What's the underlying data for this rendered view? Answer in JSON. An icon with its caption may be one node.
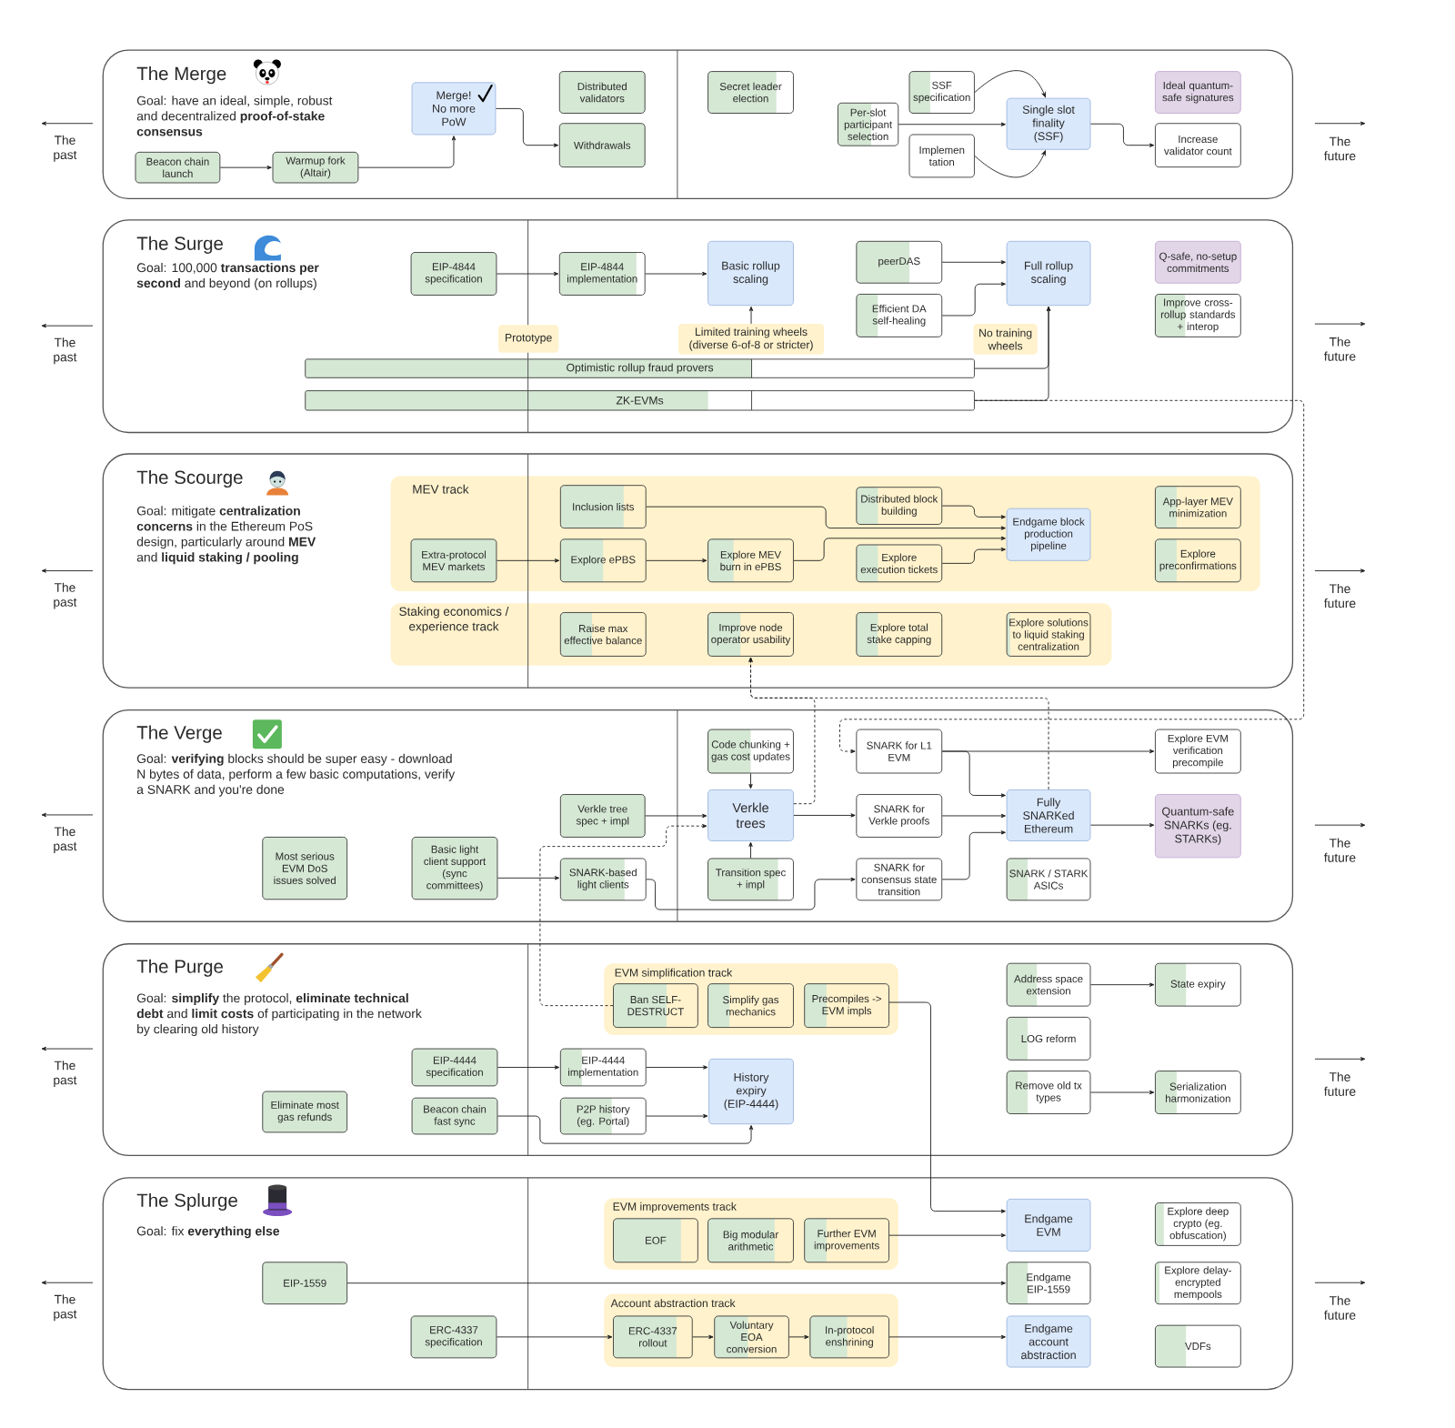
{
  "diagram": {
    "nodes": [
      {
        "text": [
          "The Merge",
          "Goal: have an ideal, simple, robust and decentralized **proof-of-stake consensus**"
        ]
      },
      {
        "text": [
          "Beacon chain launch"
        ],
        "in": 0
      },
      {
        "text": [
          "Warmup fork (Altair)"
        ],
        "in": 0
      },
      {
        "text": [
          "Merge! No more PoW"
        ],
        "in": 0
      },
      {
        "text": [
          "Distributed validators"
        ],
        "in": 0
      },
      {
        "text": [
          "Withdrawals"
        ],
        "in": 0
      },
      {
        "text": [
          "Secret leader election"
        ],
        "in": 0
      },
      {
        "text": [
          "Per-slot participant selection"
        ],
        "in": 0
      },
      {
        "text": [
          "SSF specification"
        ],
        "in": 0
      },
      {
        "text": [
          "Implemen tation"
        ],
        "in": 0
      },
      {
        "text": [
          "Single slot finality (SSF)"
        ],
        "in": 0
      },
      {
        "text": [
          "Ideal quantum-safe signatures"
        ],
        "in": 0
      },
      {
        "text": [
          "Increase validator count"
        ],
        "in": 0
      },
      {
        "text": [
          "The Surge",
          "Goal: 100,000 **transactions per second** and beyond (on rollups)"
        ]
      },
      {
        "text": [
          "EIP-4844 specification"
        ],
        "in": 13
      },
      {
        "text": [
          "EIP-4844 implementation"
        ],
        "in": 13
      },
      {
        "text": [
          "Basic rollup scaling"
        ],
        "in": 13
      },
      {
        "text": [
          "peerDAS"
        ],
        "in": 13
      },
      {
        "text": [
          "Efficient DA self-healing"
        ],
        "in": 13
      },
      {
        "text": [
          "Full rollup scaling"
        ],
        "in": 13
      },
      {
        "text": [
          "Q-safe, no-setup commitments"
        ],
        "in": 13
      },
      {
        "text": [
          "Improve cross-rollup standards + interop"
        ],
        "in": 13
      },
      {
        "text": [
          "Prototype"
        ],
        "in": 13
      },
      {
        "text": [
          "Limited training wheels (diverse 6-of-8 or stricter)"
        ],
        "in": 13
      },
      {
        "text": [
          "No training wheels"
        ],
        "in": 13
      },
      {
        "text": [
          "Optimistic rollup fraud provers"
        ],
        "in": 13
      },
      {
        "text": [
          "ZK-EVMs"
        ],
        "in": 13
      },
      {
        "text": [
          "The Scourge",
          "Goal: mitigate **centralization concerns** in the Ethereum PoS design, particularly around **MEV** and **liquid staking / pooling**"
        ]
      },
      {
        "text": [
          "MEV track"
        ],
        "in": 27
      },
      {
        "text": [
          "Inclusion lists"
        ],
        "in": 28
      },
      {
        "text": [
          "Extra-protocol MEV markets"
        ],
        "in": 28
      },
      {
        "text": [
          "Explore ePBS"
        ],
        "in": 28
      },
      {
        "text": [
          "Explore MEV burn in ePBS"
        ],
        "in": 28
      },
      {
        "text": [
          "Distributed block building"
        ],
        "in": 28
      },
      {
        "text": [
          "Explore execution tickets"
        ],
        "in": 28
      },
      {
        "text": [
          "Endgame block production pipeline"
        ],
        "in": 28
      },
      {
        "text": [
          "App-layer MEV minimization"
        ],
        "in": 28
      },
      {
        "text": [
          "Explore preconfirmations"
        ],
        "in": 28
      },
      {
        "text": [
          "Staking economics / experience track"
        ],
        "in": 27
      },
      {
        "text": [
          "Raise max effective balance"
        ],
        "in": 38
      },
      {
        "text": [
          "Improve node operator usability"
        ],
        "in": 38
      },
      {
        "text": [
          "Explore total stake capping"
        ],
        "in": 38
      },
      {
        "text": [
          "Explore solutions to liquid staking centralization"
        ],
        "in": 38
      },
      {
        "text": [
          "The Verge",
          "Goal: **verifying** blocks should be super easy - download N bytes of data, perform a few basic computations, verify a SNARK and you're done"
        ]
      },
      {
        "text": [
          "Most serious EVM DoS issues solved"
        ],
        "in": 43
      },
      {
        "text": [
          "Basic light client support (sync committees)"
        ],
        "in": 43
      },
      {
        "text": [
          "Verkle tree spec + impl"
        ],
        "in": 43
      },
      {
        "text": [
          "SNARK-based light clients"
        ],
        "in": 43
      },
      {
        "text": [
          "Code chunking + gas cost updates"
        ],
        "in": 43
      },
      {
        "text": [
          "Verkle trees"
        ],
        "in": 43
      },
      {
        "text": [
          "Transition spec + impl"
        ],
        "in": 43
      },
      {
        "text": [
          "SNARK for L1 EVM"
        ],
        "in": 43
      },
      {
        "text": [
          "SNARK for Verkle proofs"
        ],
        "in": 43
      },
      {
        "text": [
          "SNARK for consensus state transition"
        ],
        "in": 43
      },
      {
        "text": [
          "Fully SNARKed Ethereum"
        ],
        "in": 43
      },
      {
        "text": [
          "SNARK / STARK ASICs"
        ],
        "in": 43
      },
      {
        "text": [
          "Explore EVM verification precompile"
        ],
        "in": 43
      },
      {
        "text": [
          "Quantum-safe SNARKs (eg. STARKs)"
        ],
        "in": 43
      },
      {
        "text": [
          "The Purge",
          "Goal: **simplify** the protocol, **eliminate technical debt** and **limit costs** of participating in the network by clearing old history"
        ]
      },
      {
        "text": [
          "Eliminate most gas refunds"
        ],
        "in": 58
      },
      {
        "text": [
          "EIP-4444 specification"
        ],
        "in": 58
      },
      {
        "text": [
          "Beacon chain fast sync"
        ],
        "in": 58
      },
      {
        "text": [
          "EVM simplification track"
        ],
        "in": 58
      },
      {
        "text": [
          "Ban SELF-DESTRUCT"
        ],
        "in": 62
      },
      {
        "text": [
          "Simplify gas mechanics"
        ],
        "in": 62
      },
      {
        "text": [
          "Precompiles -> EVM impls"
        ],
        "in": 62
      },
      {
        "text": [
          "EIP-4444 implementation"
        ],
        "in": 58
      },
      {
        "text": [
          "P2P history (eg. Portal)"
        ],
        "in": 58
      },
      {
        "text": [
          "History expiry (EIP-4444)"
        ],
        "in": 58
      },
      {
        "text": [
          "Address space extension"
        ],
        "in": 58
      },
      {
        "text": [
          "State expiry"
        ],
        "in": 58
      },
      {
        "text": [
          "LOG reform"
        ],
        "in": 58
      },
      {
        "text": [
          "Remove old tx types"
        ],
        "in": 58
      },
      {
        "text": [
          "Serialization harmonization"
        ],
        "in": 58
      },
      {
        "text": [
          "The Splurge",
          "Goal: fix **everything else**"
        ]
      },
      {
        "text": [
          "EIP-1559"
        ],
        "in": 74
      },
      {
        "text": [
          "ERC-4337 specification"
        ],
        "in": 74
      },
      {
        "text": [
          "EVM improvements track"
        ],
        "in": 74
      },
      {
        "text": [
          "EOF"
        ],
        "in": 77
      },
      {
        "text": [
          "Big modular arithmetic"
        ],
        "in": 77
      },
      {
        "text": [
          "Further EVM improvements"
        ],
        "in": 77
      },
      {
        "text": [
          "Account abstraction track"
        ],
        "in": 74
      },
      {
        "text": [
          "ERC-4337 rollout"
        ],
        "in": 81
      },
      {
        "text": [
          "Voluntary EOA conversion"
        ],
        "in": 81
      },
      {
        "text": [
          "In-protocol enshrining"
        ],
        "in": 81
      },
      {
        "text": [
          "Endgame EVM"
        ],
        "in": 74
      },
      {
        "text": [
          "Endgame EIP-1559"
        ],
        "in": 74
      },
      {
        "text": [
          "Endgame account abstraction"
        ],
        "in": 74
      },
      {
        "text": [
          "Explore deep crypto (eg. obfuscation)"
        ],
        "in": 74
      },
      {
        "text": [
          "Explore delay-encrypted mempools"
        ],
        "in": 74
      },
      {
        "text": [
          "VDFs"
        ],
        "in": 74
      }
    ],
    "edges": [
      {
        "from": 1,
        "to": 2,
        "arrow": "to"
      },
      {
        "from": 2,
        "to": 3,
        "arrow": "to"
      },
      {
        "from": 3,
        "to": 5,
        "arrow": "to"
      },
      {
        "from": 7,
        "to": 10,
        "arrow": "to"
      },
      {
        "from": 8,
        "to": 10,
        "arrow": "to"
      },
      {
        "from": 9,
        "to": 10,
        "arrow": "to"
      },
      {
        "from": 10,
        "to": 12,
        "arrow": "to"
      },
      {
        "from": 14,
        "to": 15,
        "arrow": "to"
      },
      {
        "from": 15,
        "to": 16,
        "arrow": "to"
      },
      {
        "from": 23,
        "to": 16,
        "arrow": "to"
      },
      {
        "from": 17,
        "to": 19,
        "arrow": "to"
      },
      {
        "from": 18,
        "to": 19,
        "arrow": "to"
      },
      {
        "from": 25,
        "to": 19,
        "arrow": "to"
      },
      {
        "from": 26,
        "to": 19,
        "arrow": "to"
      },
      {
        "from": 26,
        "to": 51,
        "arrow": "to",
        "style": "dashed"
      },
      {
        "from": 29,
        "to": 35,
        "arrow": "to"
      },
      {
        "from": 30,
        "to": 31,
        "arrow": "to"
      },
      {
        "from": 31,
        "to": 32,
        "arrow": "to"
      },
      {
        "from": 32,
        "to": 35,
        "arrow": "to"
      },
      {
        "from": 33,
        "to": 35,
        "arrow": "to"
      },
      {
        "from": 34,
        "to": 35,
        "arrow": "to"
      },
      {
        "from": 49,
        "to": 40,
        "arrow": "to",
        "style": "dashed"
      },
      {
        "from": 54,
        "to": 40,
        "arrow": "to",
        "style": "dashed"
      },
      {
        "from": 45,
        "to": 47,
        "arrow": "to"
      },
      {
        "from": 47,
        "to": 53,
        "arrow": "to"
      },
      {
        "from": 46,
        "to": 49,
        "arrow": "to"
      },
      {
        "from": 48,
        "to": 49,
        "arrow": "to"
      },
      {
        "from": 50,
        "to": 49,
        "arrow": "to"
      },
      {
        "from": 49,
        "to": 52,
        "arrow": "to"
      },
      {
        "from": 51,
        "to": 56,
        "arrow": "to"
      },
      {
        "from": 51,
        "to": 54,
        "arrow": "to"
      },
      {
        "from": 52,
        "to": 54,
        "arrow": "to"
      },
      {
        "from": 53,
        "to": 54,
        "arrow": "to"
      },
      {
        "from": 54,
        "to": 57,
        "arrow": "to"
      },
      {
        "from": 63,
        "to": 49,
        "arrow": "to",
        "style": "dashed"
      },
      {
        "from": 60,
        "to": 66,
        "arrow": "to"
      },
      {
        "from": 66,
        "to": 68,
        "arrow": "to"
      },
      {
        "from": 67,
        "to": 68,
        "arrow": "to"
      },
      {
        "from": 61,
        "to": 68,
        "arrow": "to"
      },
      {
        "from": 69,
        "to": 70,
        "arrow": "to"
      },
      {
        "from": 72,
        "to": 73,
        "arrow": "to"
      },
      {
        "from": 65,
        "to": 85,
        "arrow": "to"
      },
      {
        "from": 80,
        "to": 85,
        "arrow": "to"
      },
      {
        "from": 75,
        "to": 86,
        "arrow": "to"
      },
      {
        "from": 76,
        "to": 82,
        "arrow": "to"
      },
      {
        "from": 82,
        "to": 83,
        "arrow": "to"
      },
      {
        "from": 83,
        "to": 84,
        "arrow": "to"
      },
      {
        "from": 84,
        "to": 87,
        "arrow": "to"
      }
    ],
    "labels": [
      "The past",
      "The future",
      "The past",
      "The future",
      "The past",
      "The future",
      "The past",
      "The future",
      "The past",
      "The future",
      "The past",
      "The future"
    ]
  }
}
